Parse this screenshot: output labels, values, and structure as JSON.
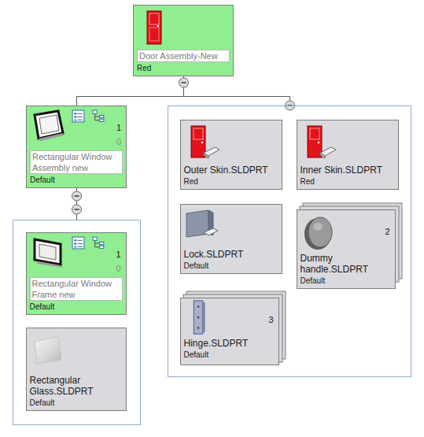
{
  "diagram": {
    "nodes": [
      {
        "text": [
          "Door Assembly-New",
          "Red"
        ]
      },
      {
        "text": [
          "1",
          "0",
          "Rectangular Window Assembly new",
          "Default"
        ]
      },
      {
        "text": []
      },
      {
        "text": [
          "1",
          "0",
          "Rectangular Window Frame new",
          "Default"
        ],
        "in": 2
      },
      {
        "text": [
          "Rectangular Glass.SLDPRT",
          "Default"
        ],
        "in": 2
      },
      {
        "text": []
      },
      {
        "text": [
          "Outer Skin.SLDPRT",
          "Red"
        ],
        "in": 5
      },
      {
        "text": [
          "Inner Skin.SLDPRT",
          "Red"
        ],
        "in": 5
      },
      {
        "text": [
          "Lock.SLDPRT",
          "Default"
        ],
        "in": 5
      },
      {
        "text": [
          "2",
          "Dummy handle.SLDPRT",
          "Default"
        ],
        "in": 5
      },
      {
        "text": [
          "3",
          "Hinge.SLDPRT",
          "Default"
        ],
        "in": 5
      }
    ],
    "edges": [
      {
        "from": 0,
        "to": 1,
        "arrow": "none"
      },
      {
        "from": 0,
        "to": 5,
        "arrow": "none"
      },
      {
        "from": 1,
        "to": 2,
        "arrow": "none"
      }
    ]
  }
}
